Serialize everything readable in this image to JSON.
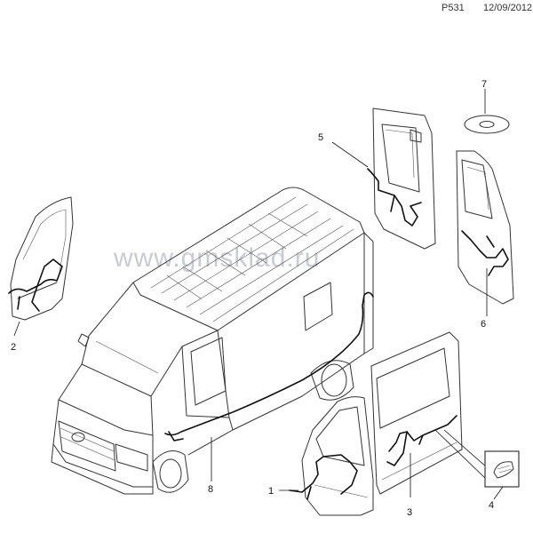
{
  "header": {
    "code": "P531",
    "date": "12/09/2012"
  },
  "watermark": "www.gmsklad.ru",
  "callouts": {
    "c1": "1",
    "c2": "2",
    "c3": "3",
    "c4": "4",
    "c5": "5",
    "c6": "6",
    "c7": "7",
    "c8": "8"
  },
  "colors": {
    "line": "#333333",
    "harness": "#111111",
    "watermark": "#c9ccd4"
  }
}
